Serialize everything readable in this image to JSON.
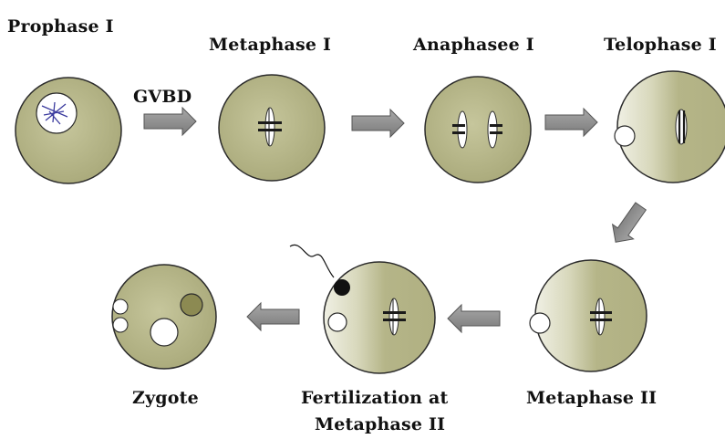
{
  "stages": {
    "prophase_1": "Prophase I",
    "metaphase_1": "Metaphase I",
    "anaphase_1": "Anaphasee I",
    "telophase_1": "Telophase I",
    "metaphase_2": "Metaphase II",
    "fertilization_line1": "Fertilization at",
    "fertilization_line2": "Metaphase II",
    "zygote": "Zygote"
  },
  "transitions": {
    "gvbd": "GVBD"
  },
  "colors": {
    "cytoplasm": "#b8b88a",
    "cytoplasm_light": "#e9e9d6",
    "cell_outline": "#2b2b2b",
    "arrow_fill": "#8a8a8a",
    "sperm_head": "#111111",
    "pronucleus_dark": "#8c8a52",
    "chromosome": "#1a1a1a",
    "germinal_vesicle_lines": "#3b3b9e"
  }
}
